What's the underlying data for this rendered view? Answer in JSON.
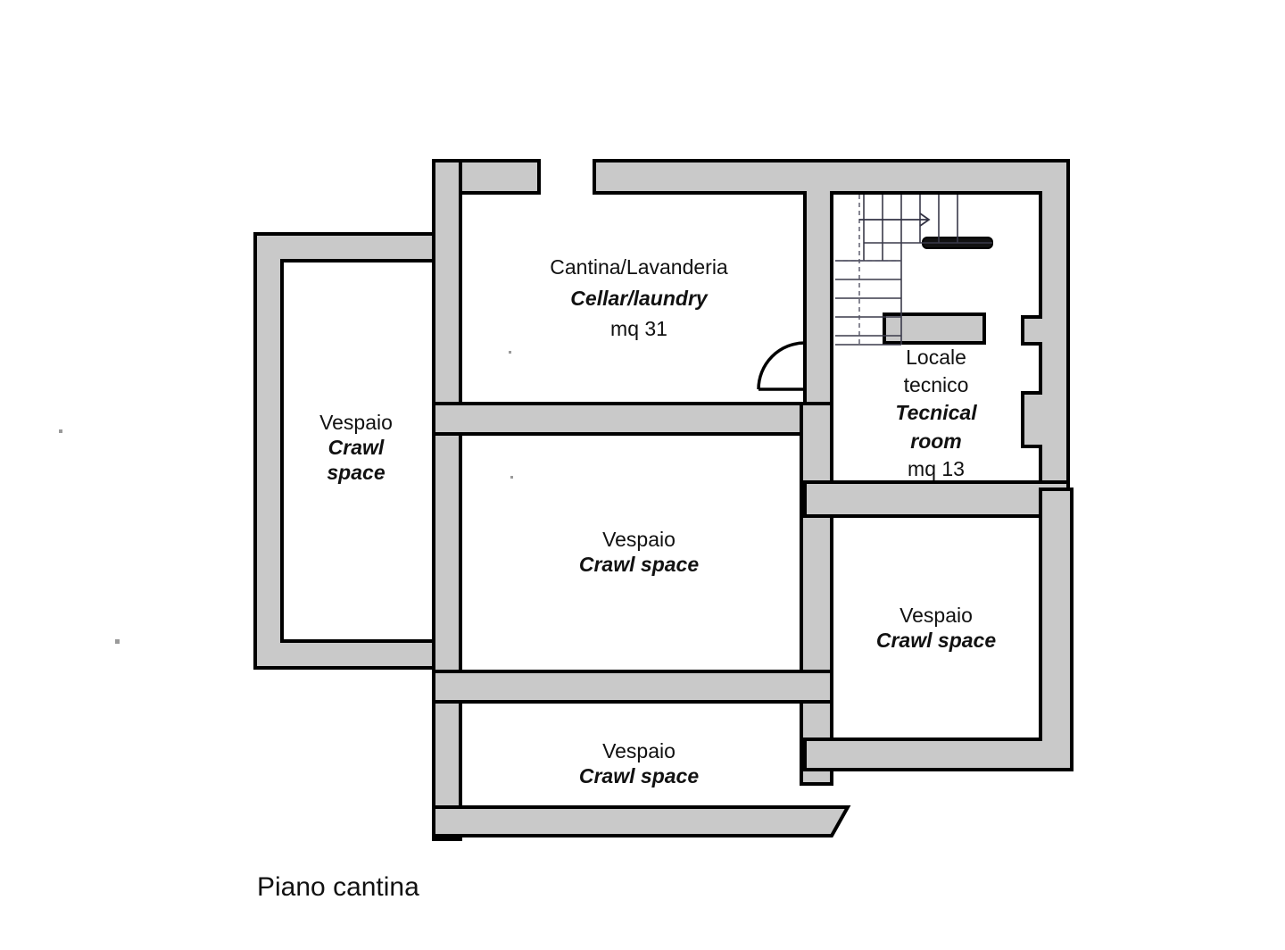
{
  "document": {
    "kind": "architectural-floor-plan",
    "caption": "Piano cantina"
  },
  "rooms": [
    {
      "id": "cellar-laundry",
      "label_it": "Cantina/Lavanderia",
      "label_en": "Cellar/laundry",
      "area": "mq 31"
    },
    {
      "id": "crawl-space-left",
      "label_it": "Vespaio",
      "label_en_line1": "Crawl",
      "label_en_line2": "space"
    },
    {
      "id": "technical-room",
      "label_it_line1": "Locale",
      "label_it_line2": "tecnico",
      "label_en_line1": "Tecnical",
      "label_en_line2": "room",
      "area": "mq 13"
    },
    {
      "id": "crawl-space-center",
      "label_it": "Vespaio",
      "label_en": "Crawl space"
    },
    {
      "id": "crawl-space-right",
      "label_it": "Vespaio",
      "label_en": "Crawl space"
    },
    {
      "id": "crawl-space-bottom",
      "label_it": "Vespaio",
      "label_en": "Crawl space"
    }
  ],
  "features": {
    "staircase": "l-shaped-stair-with-up-arrow",
    "door": "swing-door-cellar-to-technical-room",
    "wall_fill_color": "#c9c9c9",
    "wall_stroke_color": "#000000",
    "background_color": "#ffffff",
    "text_color": "#111111"
  }
}
